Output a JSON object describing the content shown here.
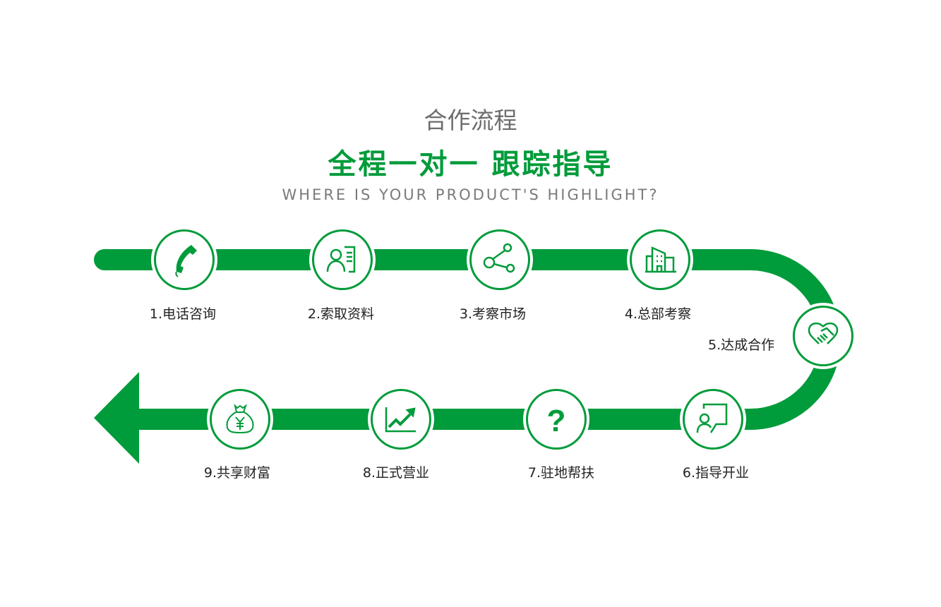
{
  "header": {
    "title": "合作流程",
    "headline": "全程一对一  跟踪指导",
    "subtitle": "WHERE IS YOUR PRODUCT'S HIGHLIGHT?"
  },
  "colors": {
    "accent": "#009b3a"
  },
  "steps": [
    {
      "label": "1.电话咨询",
      "icon": "phone-icon"
    },
    {
      "label": "2.索取资料",
      "icon": "profile-document-icon"
    },
    {
      "label": "3.考察市场",
      "icon": "share-nodes-icon"
    },
    {
      "label": "4.总部考察",
      "icon": "building-icon"
    },
    {
      "label": "5.达成合作",
      "icon": "handshake-icon"
    },
    {
      "label": "6.指导开业",
      "icon": "teacher-board-icon"
    },
    {
      "label": "7.驻地帮扶",
      "icon": "question-icon"
    },
    {
      "label": "8.正式营业",
      "icon": "growth-chart-icon"
    },
    {
      "label": "9.共享财富",
      "icon": "money-bag-icon"
    }
  ]
}
